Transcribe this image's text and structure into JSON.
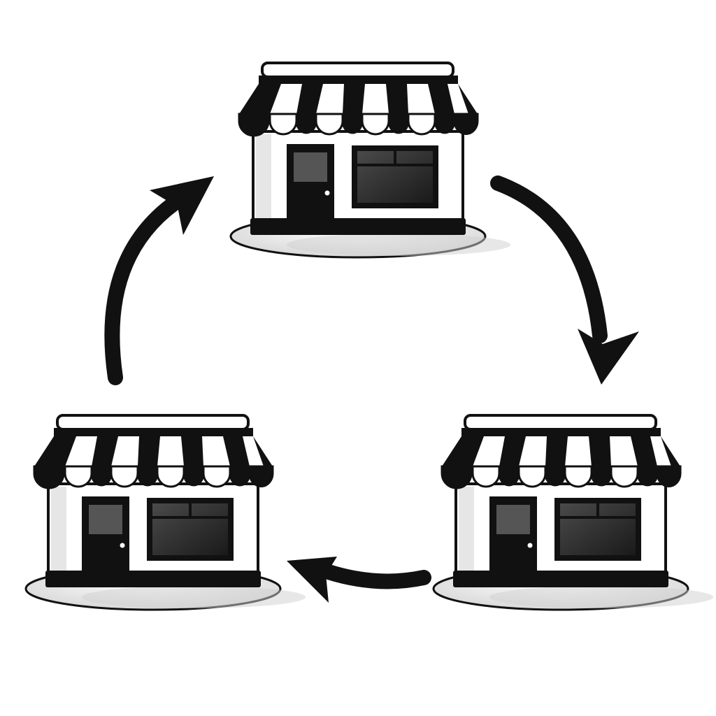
{
  "diagram": {
    "type": "cycle",
    "nodes": [
      {
        "id": "store-top",
        "icon": "storefront-icon"
      },
      {
        "id": "store-bottom-right",
        "icon": "storefront-icon"
      },
      {
        "id": "store-bottom-left",
        "icon": "storefront-icon"
      }
    ],
    "edges": [
      {
        "from": "store-top",
        "to": "store-bottom-right",
        "icon": "curved-arrow-icon"
      },
      {
        "from": "store-bottom-right",
        "to": "store-bottom-left",
        "icon": "curved-arrow-icon"
      },
      {
        "from": "store-bottom-left",
        "to": "store-top",
        "icon": "curved-arrow-icon"
      }
    ]
  },
  "colors": {
    "background": "#ffffff",
    "ink": "#111111",
    "window": "#2a2a2a",
    "shadow": "#cfcfcf"
  }
}
